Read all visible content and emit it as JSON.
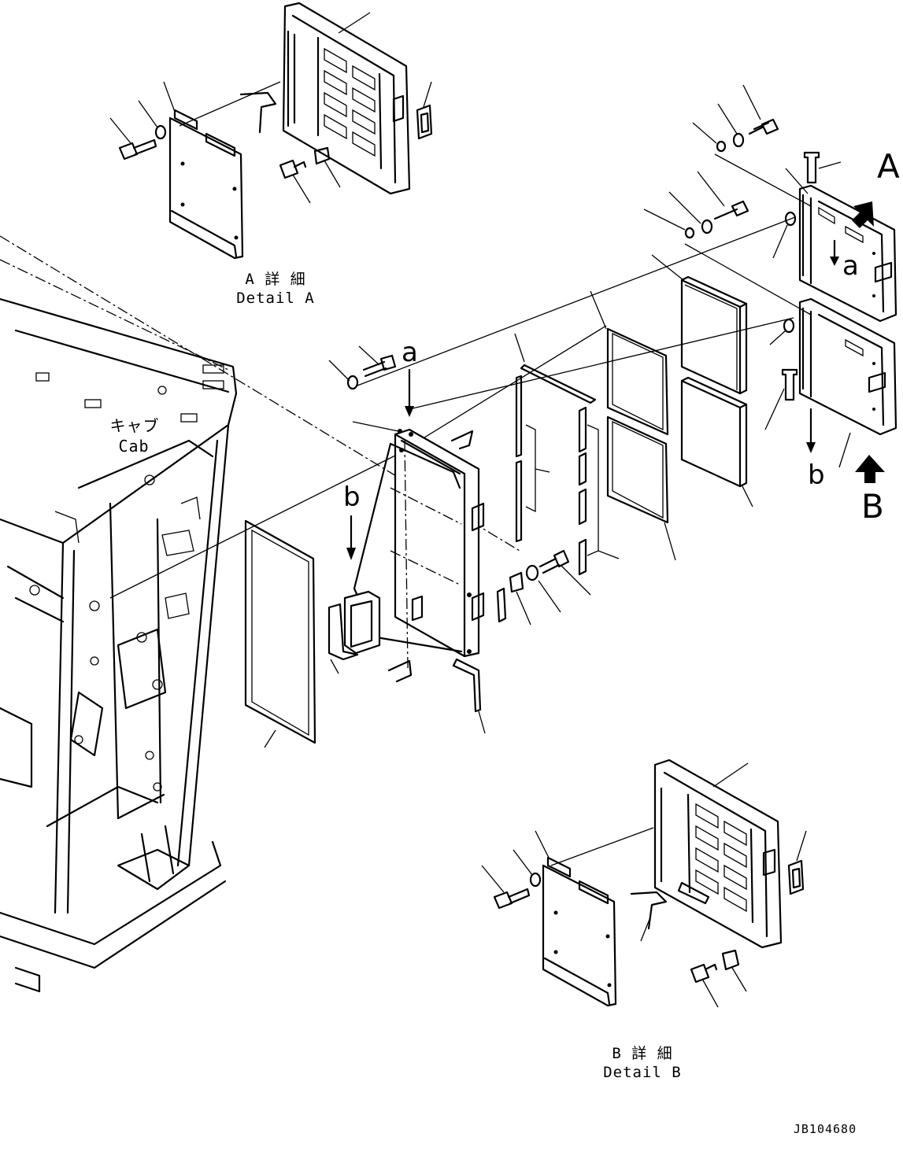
{
  "labels": {
    "detail_a_jp": "A 詳 細",
    "detail_a_en": "Detail A",
    "detail_b_jp": "B 詳 細",
    "detail_b_en": "Detail B",
    "cab_jp": "キャブ",
    "cab_en": "Cab",
    "view_a": "A",
    "view_b": "B",
    "ref_a_top": "a",
    "ref_a_side": "a",
    "ref_b_left": "b",
    "ref_b_right": "b",
    "drawing_number": "JB104680"
  }
}
